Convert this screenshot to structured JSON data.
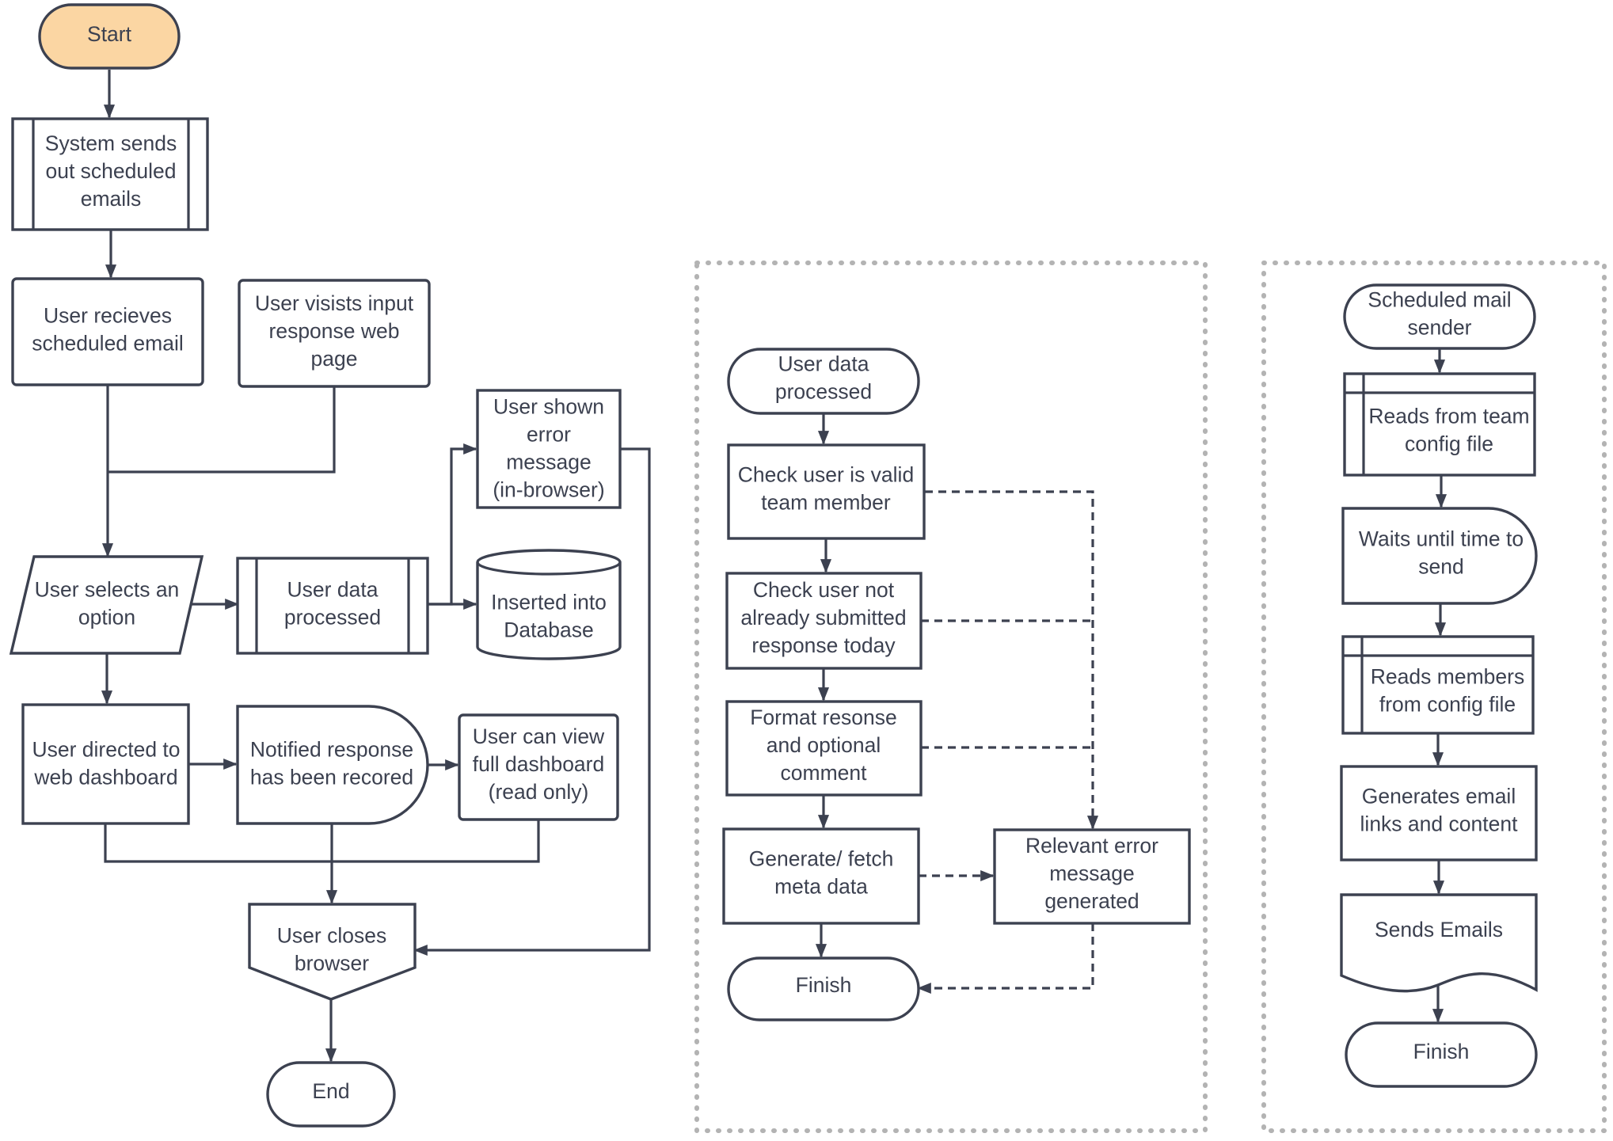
{
  "colors": {
    "start_fill": "#fbd6a3",
    "stroke": "#3c4150",
    "text": "#3c4150",
    "container_border": "#b3b3b3"
  },
  "main_flow": {
    "start": [
      "Start"
    ],
    "system_sends": [
      "System sends",
      "out scheduled",
      "emails"
    ],
    "user_receives": [
      "User recieves",
      "scheduled email"
    ],
    "user_visits": [
      "User visists input",
      "response web",
      "page"
    ],
    "error_message": [
      "User shown",
      "error",
      "message",
      "(in-browser)"
    ],
    "user_selects": [
      "User selects an",
      "option"
    ],
    "data_processed": [
      "User data",
      "processed"
    ],
    "database": [
      "Inserted into",
      "Database"
    ],
    "directed": [
      "User directed to",
      "web dashboard"
    ],
    "notified": [
      "Notified response",
      "has been recored"
    ],
    "view_dashboard": [
      "User can view",
      "full dashboard",
      "(read only)"
    ],
    "closes_browser": [
      "User closes",
      "browser"
    ],
    "end": [
      "End"
    ]
  },
  "processing_flow": {
    "start": [
      "User data",
      "processed"
    ],
    "check_valid": [
      "Check user is valid",
      "team member"
    ],
    "check_submitted": [
      "Check user not",
      "already submitted",
      "response today"
    ],
    "format": [
      "Format resonse",
      "and optional",
      "comment"
    ],
    "generate_meta": [
      "Generate/ fetch",
      "meta data"
    ],
    "error_generated": [
      "Relevant error",
      "message",
      "generated"
    ],
    "finish": [
      "Finish"
    ]
  },
  "mail_flow": {
    "start": [
      "Scheduled mail",
      "sender"
    ],
    "reads_team": [
      "Reads from team",
      "config file"
    ],
    "waits": [
      "Waits until time to",
      "send"
    ],
    "reads_members": [
      "Reads members",
      "from config file"
    ],
    "generates": [
      "Generates email",
      "links and content"
    ],
    "sends": [
      "Sends Emails"
    ],
    "finish": [
      "Finish"
    ]
  }
}
